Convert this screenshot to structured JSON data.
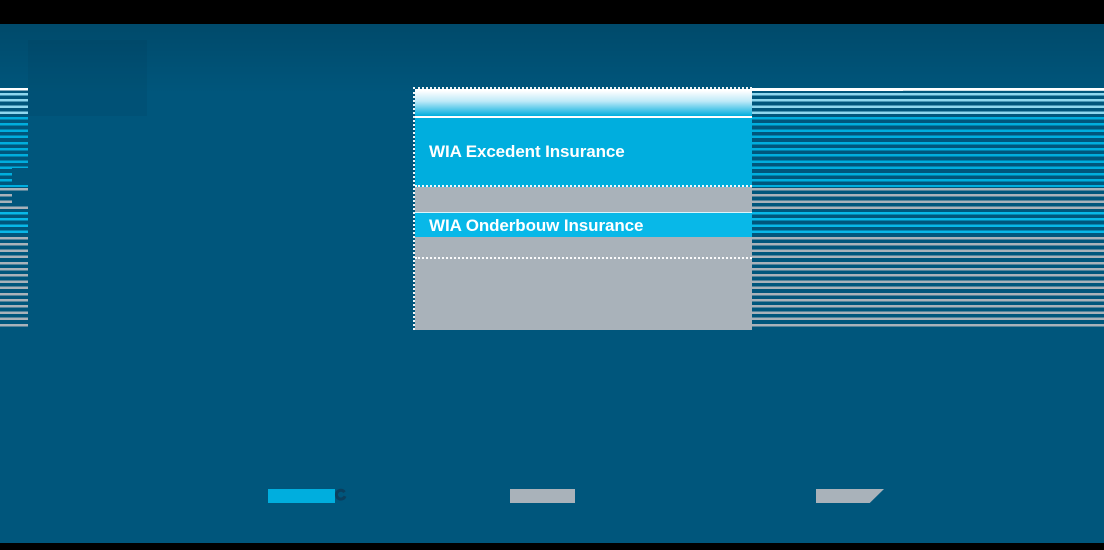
{
  "colors": {
    "background": "#00567c",
    "letterbox": "#000000",
    "cyan": "#00aede",
    "cyan_bright": "#08b8e8",
    "pale_cyan": "#8ed7ee",
    "gray": "#a9b2ba",
    "white": "#ffffff",
    "dark_accent": "#0b3f5e"
  },
  "diagram": {
    "bands": [
      {
        "name": "gradient-band",
        "label": ""
      },
      {
        "name": "excedent-band",
        "label": "WIA Excedent Insurance"
      },
      {
        "name": "upper-gray-band",
        "label": ""
      },
      {
        "name": "onderbouw-band",
        "label": "WIA Onderbouw Insurance"
      },
      {
        "name": "lower-gray-band",
        "label": ""
      }
    ]
  },
  "legend": {
    "items": [
      {
        "name": "legend-chip-cyan",
        "color_key": "cyan"
      },
      {
        "name": "legend-chip-gray-1",
        "color_key": "gray"
      },
      {
        "name": "legend-chip-gray-2",
        "color_key": "gray"
      }
    ]
  }
}
